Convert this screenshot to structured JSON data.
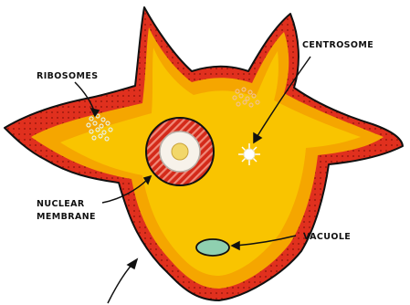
{
  "diagram": {
    "labels": {
      "ribosomes": "RIBOSOMES",
      "centrosome": "CENTROSOME",
      "nuclear_line1": "NUCLEAR",
      "nuclear_line2": "MEMBRANE",
      "vacuole": "VACUOLE"
    },
    "colors": {
      "outline": "#e0301e",
      "outline_dots": "#8a1208",
      "cytoplasm_outer": "#f5a600",
      "cytoplasm": "#f9c400",
      "nucleus_ring": "#d42a1a",
      "nucleus_stripe": "#f08a7a",
      "nucleus_inner": "#f7f2ea",
      "nucleolus": "#f2d76a",
      "ribosome": "#e8f0e0",
      "centrosome": "#ffffff",
      "vacuole": "#8fd0b0",
      "ink": "#111111"
    },
    "structures": [
      {
        "name": "cell-membrane-outline"
      },
      {
        "name": "nucleus"
      },
      {
        "name": "centrosome"
      },
      {
        "name": "ribosome-cluster-left"
      },
      {
        "name": "ribosome-cluster-right"
      },
      {
        "name": "vacuole"
      }
    ]
  }
}
